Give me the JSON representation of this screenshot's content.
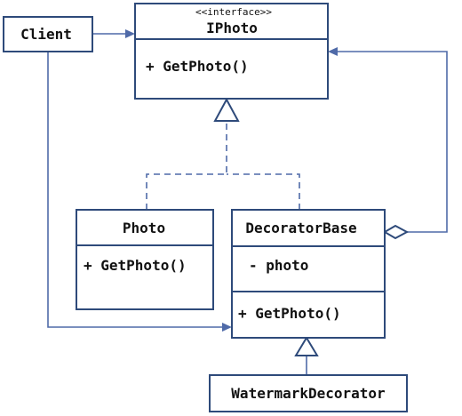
{
  "interface": {
    "stereotype": "<<interface>>",
    "name": "IPhoto",
    "operation": "+ GetPhoto()"
  },
  "client": {
    "name": "Client"
  },
  "photo": {
    "name": "Photo",
    "operation": "+ GetPhoto()"
  },
  "decorator_base": {
    "name": "DecoratorBase",
    "attribute": "- photo",
    "operation": "+ GetPhoto()"
  },
  "watermark_decorator": {
    "name": "WatermarkDecorator"
  },
  "colors": {
    "box_border": "#2e4a7a",
    "connector": "#4f6aa8",
    "text": "#111111"
  }
}
